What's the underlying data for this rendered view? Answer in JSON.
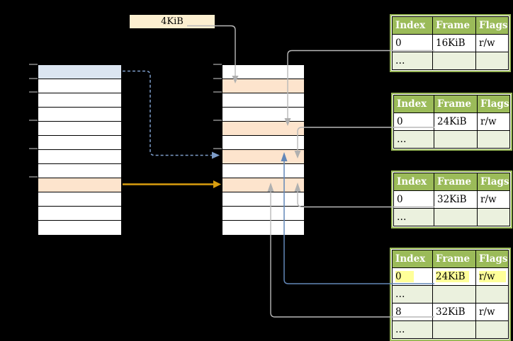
{
  "size_label": "4KiB",
  "tables": [
    {
      "headers": [
        "Index",
        "Frame",
        "Flags"
      ],
      "rows": [
        [
          "0",
          "16KiB",
          "r/w"
        ],
        [
          "…",
          "",
          ""
        ]
      ]
    },
    {
      "headers": [
        "Index",
        "Frame",
        "Flags"
      ],
      "rows": [
        [
          "0",
          "24KiB",
          "r/w"
        ],
        [
          "…",
          "",
          ""
        ]
      ]
    },
    {
      "headers": [
        "Index",
        "Frame",
        "Flags"
      ],
      "rows": [
        [
          "0",
          "32KiB",
          "r/w"
        ],
        [
          "…",
          "",
          ""
        ]
      ]
    },
    {
      "headers": [
        "Index",
        "Frame",
        "Flags"
      ],
      "rows": [
        [
          "0",
          "24KiB",
          "r/w"
        ],
        [
          "…",
          "",
          ""
        ],
        [
          "8",
          "32KiB",
          "r/w"
        ],
        [
          "…",
          "",
          ""
        ]
      ]
    }
  ],
  "colors": {
    "table_header_green": "#9BBB59",
    "table_alt_row_green": "#EBF1DE",
    "peach_row": "#FDE4CD",
    "blue_row": "#DBE5F1",
    "size_label_cream": "#FCEFD0",
    "highlight_yellow": "#FFFF99",
    "gray_arrow": "#B8B8B8",
    "orange_arrow": "#D99E0F",
    "solid_blue_arrow": "#6287B8",
    "dashed_blue_arrow": "#7C9CC8"
  }
}
